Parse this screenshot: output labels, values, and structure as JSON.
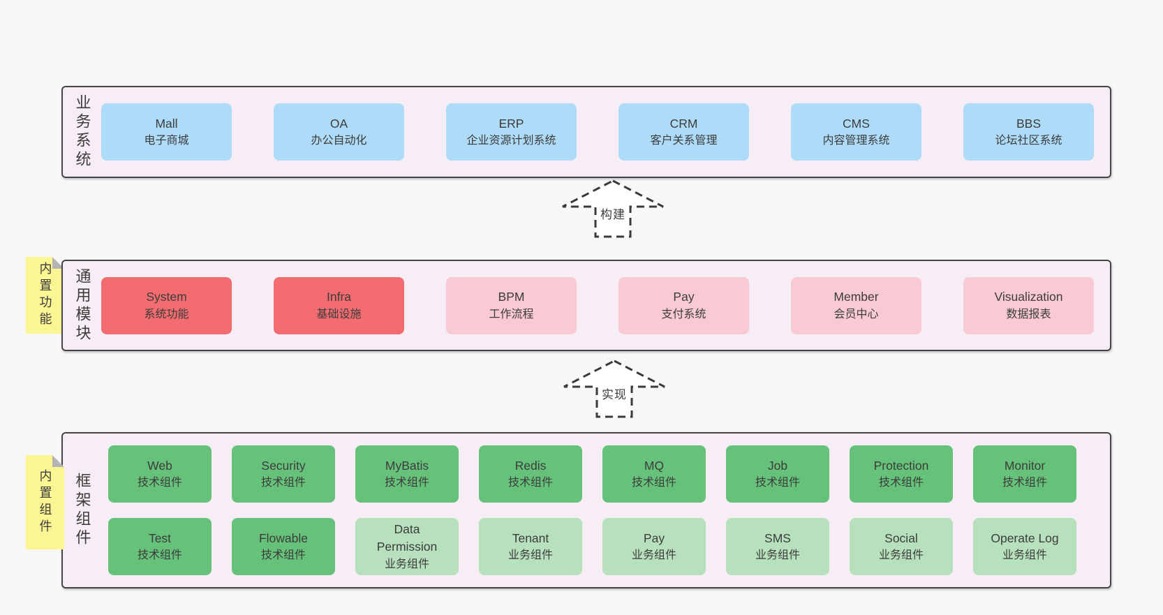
{
  "palette": {
    "page_bg": "#f7f7f7",
    "container_bg": "#f6edf5",
    "container_border": "#454545",
    "line_dark": "#3a3a3a",
    "text_dark": "#3c3c3c",
    "box_blue": "#aedcf8",
    "box_red": "#f26c70",
    "box_pink": "#f9cad3",
    "box_green": "#66c27a",
    "box_light_green": "#b7e1bc",
    "sticky_yellow": "#fbf593",
    "sticky_fold_gray": "#b5b5b5"
  },
  "arrows": [
    {
      "label": "构建"
    },
    {
      "label": "实现"
    }
  ],
  "stickies": [
    {
      "label": "内置功能"
    },
    {
      "label": "内置组件"
    }
  ],
  "layers": {
    "business": {
      "side_label": "业务系统",
      "boxes": [
        {
          "title": "Mall",
          "subtitle": "电子商城",
          "variant": "blue"
        },
        {
          "title": "OA",
          "subtitle": "办公自动化",
          "variant": "blue"
        },
        {
          "title": "ERP",
          "subtitle": "企业资源计划系统",
          "variant": "blue"
        },
        {
          "title": "CRM",
          "subtitle": "客户关系管理",
          "variant": "blue"
        },
        {
          "title": "CMS",
          "subtitle": "内容管理系统",
          "variant": "blue"
        },
        {
          "title": "BBS",
          "subtitle": "论坛社区系统",
          "variant": "blue"
        }
      ]
    },
    "modules": {
      "side_label": "通用模块",
      "boxes": [
        {
          "title": "System",
          "subtitle": "系统功能",
          "variant": "red"
        },
        {
          "title": "Infra",
          "subtitle": "基础设施",
          "variant": "red"
        },
        {
          "title": "BPM",
          "subtitle": "工作流程",
          "variant": "pink"
        },
        {
          "title": "Pay",
          "subtitle": "支付系统",
          "variant": "pink"
        },
        {
          "title": "Member",
          "subtitle": "会员中心",
          "variant": "pink"
        },
        {
          "title": "Visualization",
          "subtitle": "数据报表",
          "variant": "pink"
        }
      ]
    },
    "components": {
      "side_label": "框架组件",
      "rows": [
        [
          {
            "title": "Web",
            "subtitle": "技术组件",
            "variant": "green"
          },
          {
            "title": "Security",
            "subtitle": "技术组件",
            "variant": "green"
          },
          {
            "title": "MyBatis",
            "subtitle": "技术组件",
            "variant": "green"
          },
          {
            "title": "Redis",
            "subtitle": "技术组件",
            "variant": "green"
          },
          {
            "title": "MQ",
            "subtitle": "技术组件",
            "variant": "green"
          },
          {
            "title": "Job",
            "subtitle": "技术组件",
            "variant": "green"
          },
          {
            "title": "Protection",
            "subtitle": "技术组件",
            "variant": "green"
          },
          {
            "title": "Monitor",
            "subtitle": "技术组件",
            "variant": "green"
          }
        ],
        [
          {
            "title": "Test",
            "subtitle": "技术组件",
            "variant": "green"
          },
          {
            "title": "Flowable",
            "subtitle": "技术组件",
            "variant": "green"
          },
          {
            "title": "Data Permission",
            "subtitle": "业务组件",
            "variant": "light-green"
          },
          {
            "title": "Tenant",
            "subtitle": "业务组件",
            "variant": "light-green"
          },
          {
            "title": "Pay",
            "subtitle": "业务组件",
            "variant": "light-green"
          },
          {
            "title": "SMS",
            "subtitle": "业务组件",
            "variant": "light-green"
          },
          {
            "title": "Social",
            "subtitle": "业务组件",
            "variant": "light-green"
          },
          {
            "title": "Operate Log",
            "subtitle": "业务组件",
            "variant": "light-green"
          }
        ]
      ]
    }
  }
}
